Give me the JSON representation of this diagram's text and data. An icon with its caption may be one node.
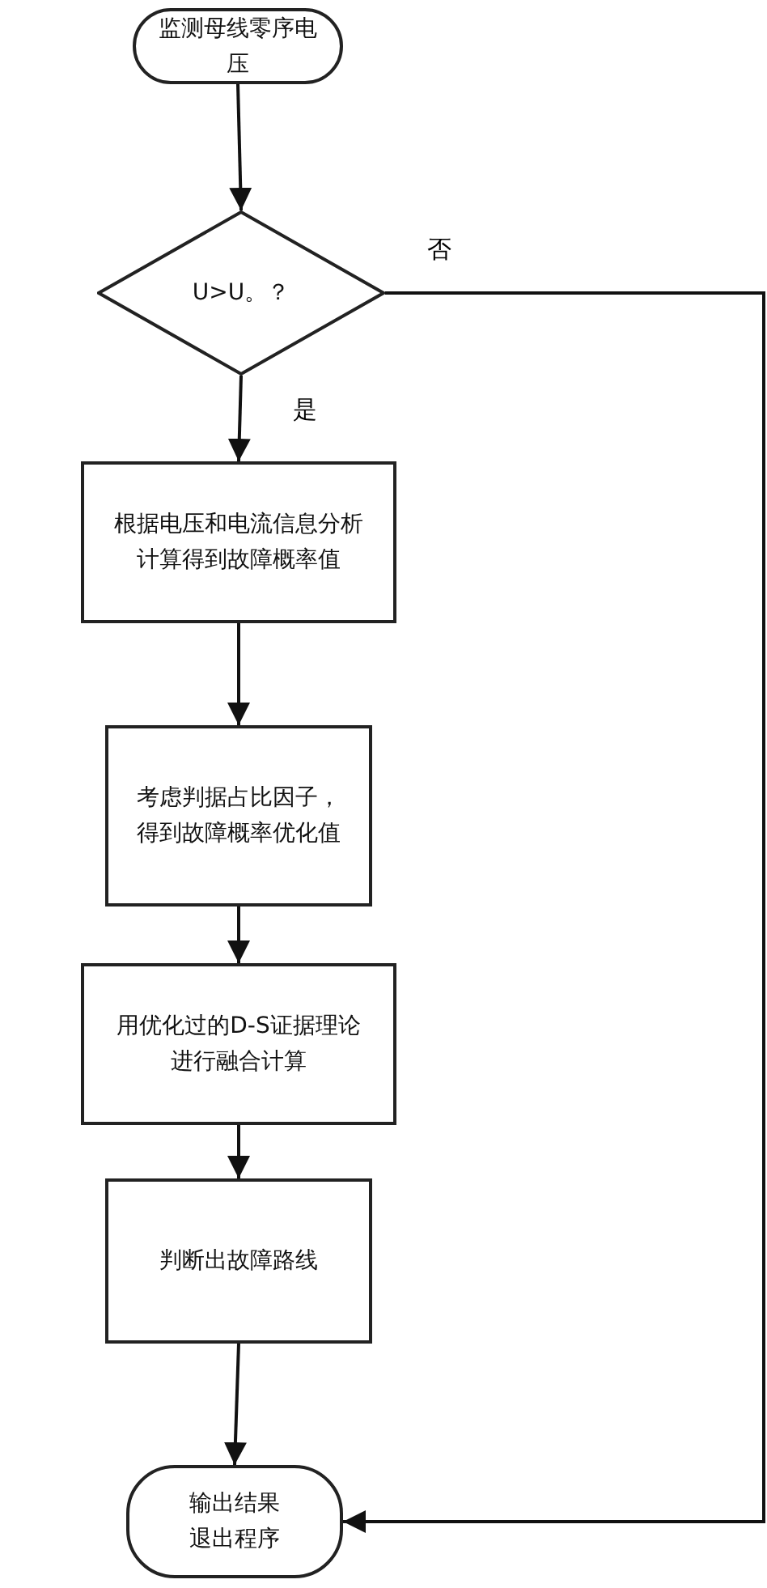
{
  "diagram": {
    "nodes": [
      {
        "text": [
          "监测母线零序电压"
        ]
      },
      {
        "text": [
          "U>U。？"
        ]
      },
      {
        "text": [
          "根据电压和电流信息分析计算得到故障概率值"
        ]
      },
      {
        "text": [
          "考虑判据占比因子，得到故障概率优化值"
        ]
      },
      {
        "text": [
          "用优化过的D-S证据理论进行融合计算"
        ]
      },
      {
        "text": [
          "判断出故障路线"
        ]
      },
      {
        "text": [
          "输出结果退出程序"
        ]
      }
    ],
    "edges": [
      {
        "from": 0,
        "to": 1,
        "arrow": "to"
      },
      {
        "from": 1,
        "to": 2,
        "arrow": "to",
        "label": "是"
      },
      {
        "from": 2,
        "to": 3,
        "arrow": "to"
      },
      {
        "from": 3,
        "to": 4,
        "arrow": "to"
      },
      {
        "from": 4,
        "to": 5,
        "arrow": "to"
      },
      {
        "from": 5,
        "to": 6,
        "arrow": "to"
      },
      {
        "from": 1,
        "to": 6,
        "arrow": "to",
        "label": "否"
      }
    ]
  }
}
